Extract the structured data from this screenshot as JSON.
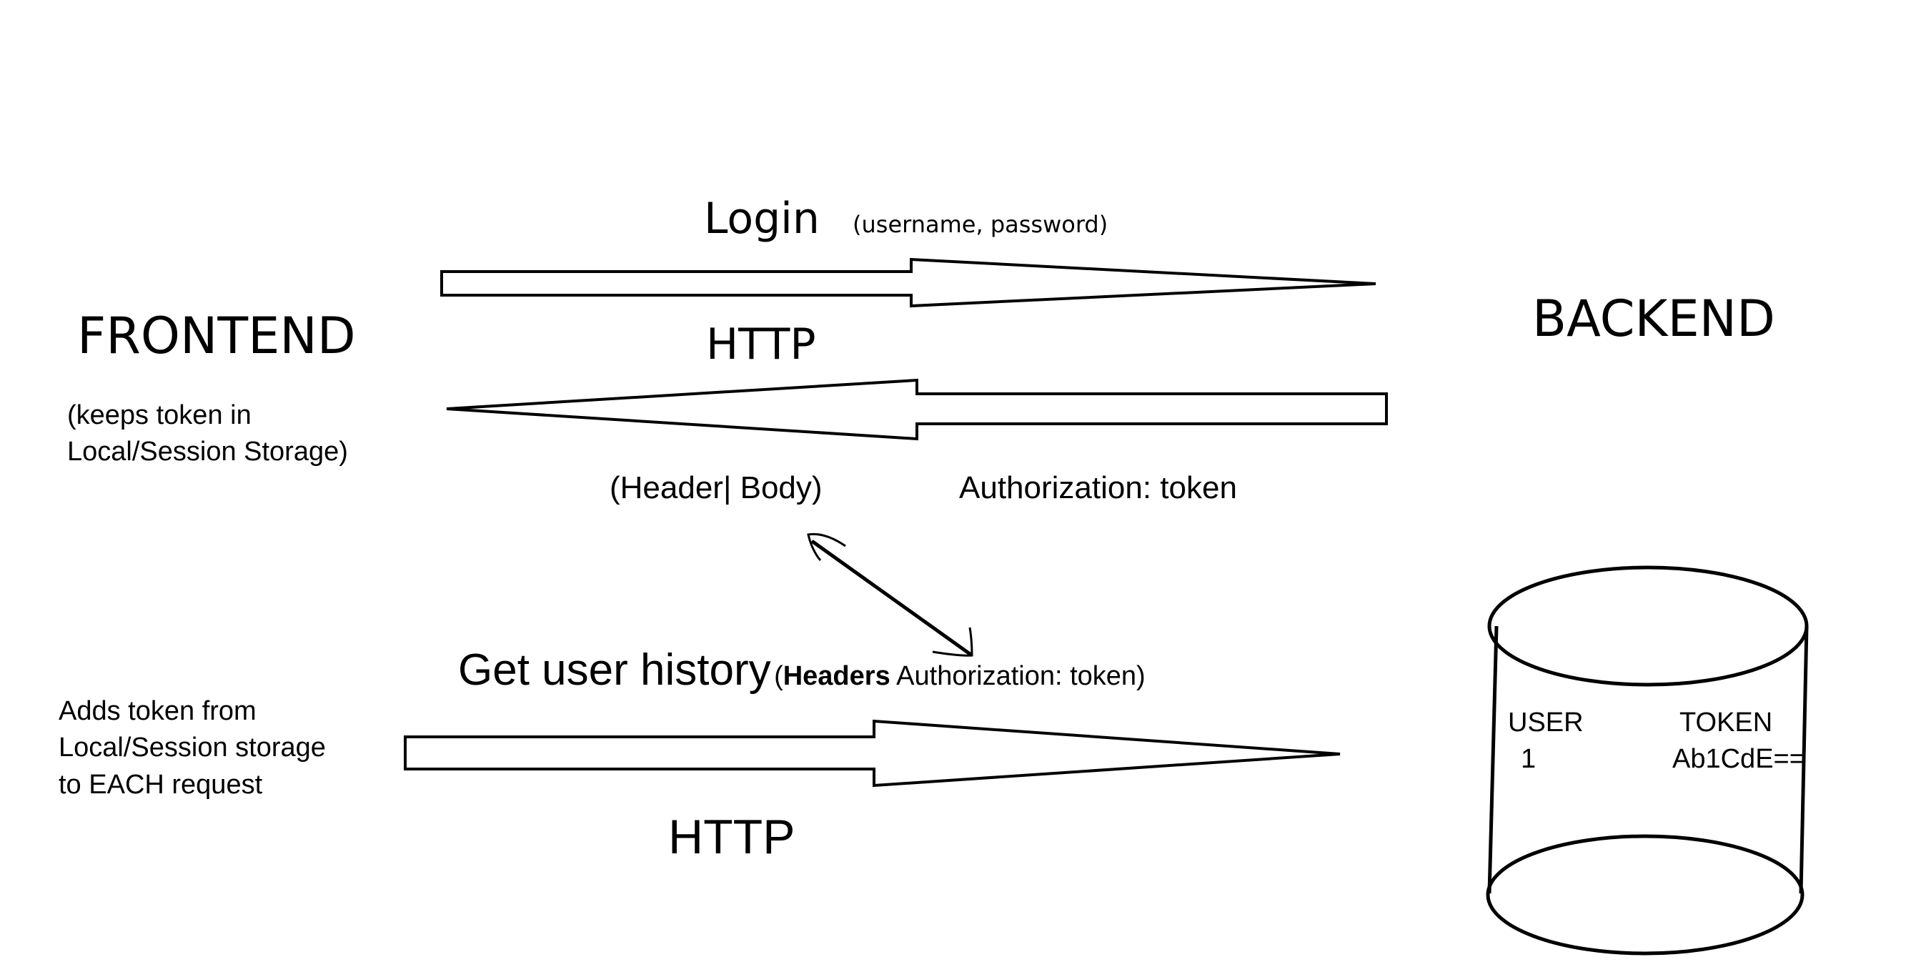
{
  "frontend": {
    "title": "FRONTEND",
    "note": "(keeps token in\nLocal/Session Storage)",
    "request_note": "Adds token from\nLocal/Session storage\nto EACH request"
  },
  "backend": {
    "title": "BACKEND"
  },
  "login": {
    "title": "Login",
    "params": "(username, password)",
    "protocol": "HTTP"
  },
  "response": {
    "parts": "(Header| Body)",
    "header_value": "Authorization: token"
  },
  "history": {
    "title": "Get user history",
    "params_open": "(",
    "params_bold": "Headers",
    "params_rest": " Authorization: token)",
    "protocol": "HTTP"
  },
  "database": {
    "columns": [
      "USER",
      "TOKEN"
    ],
    "rows": [
      [
        "1",
        "Ab1CdE=="
      ]
    ]
  }
}
